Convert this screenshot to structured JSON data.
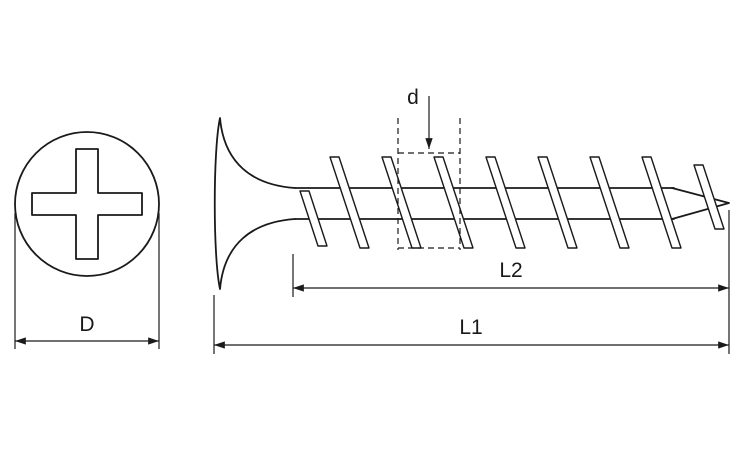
{
  "colors": {
    "line": "#1a1a1a",
    "background": "#ffffff"
  },
  "labels": {
    "head_diameter": "D",
    "thread_diameter": "d",
    "thread_length": "L2",
    "total_length": "L1"
  }
}
